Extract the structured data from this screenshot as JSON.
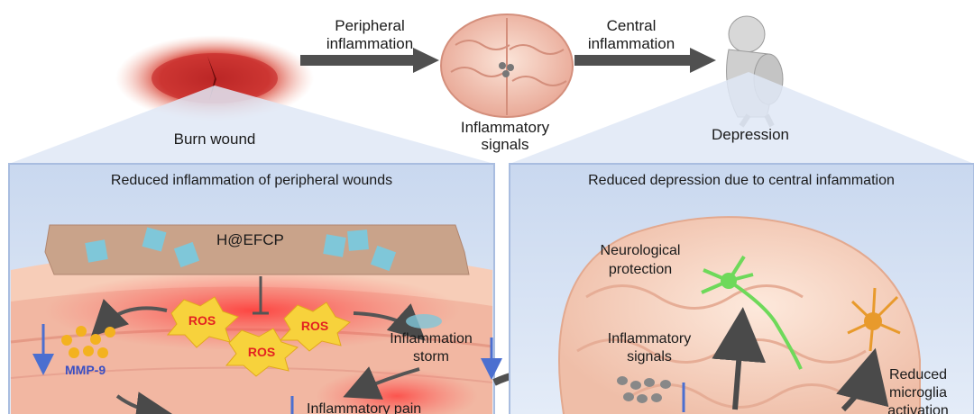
{
  "top": {
    "burn_wound": "Burn wound",
    "arrow1_label": [
      "Peripheral",
      "inflammation"
    ],
    "brain_label": [
      "Inflammatory",
      "signals"
    ],
    "arrow2_label": [
      "Central",
      "inflammation"
    ],
    "depression": "Depression"
  },
  "left_panel": {
    "title": "Reduced inflammation of peripheral wounds",
    "hydrogel": "H@EFCP",
    "ros": [
      "ROS",
      "ROS",
      "ROS"
    ],
    "mmp": "MMP-9",
    "storm": [
      "Inflammation",
      "storm"
    ],
    "pain": "Inflammatory pain"
  },
  "right_panel": {
    "title": "Reduced depression due to central infammation",
    "neuro": [
      "Neurological",
      "protection"
    ],
    "signals": [
      "Inflammatory",
      "signals"
    ],
    "microglia": [
      "Reduced",
      "microglia",
      "activation"
    ]
  },
  "colors": {
    "panel_bg": "#dce6f4",
    "panel_border": "#a9bde0",
    "arrow": "#555555",
    "ros_fill": "#f7d23c",
    "ros_text": "#e32121",
    "mmp_text": "#3a4fc2",
    "down_arrow": "#4b6fd0",
    "wound_red": "#e53a3a",
    "brain_pink": "#f3c8b4",
    "neuron_green": "#6ed95a",
    "microglia_orange": "#e89a2c"
  }
}
